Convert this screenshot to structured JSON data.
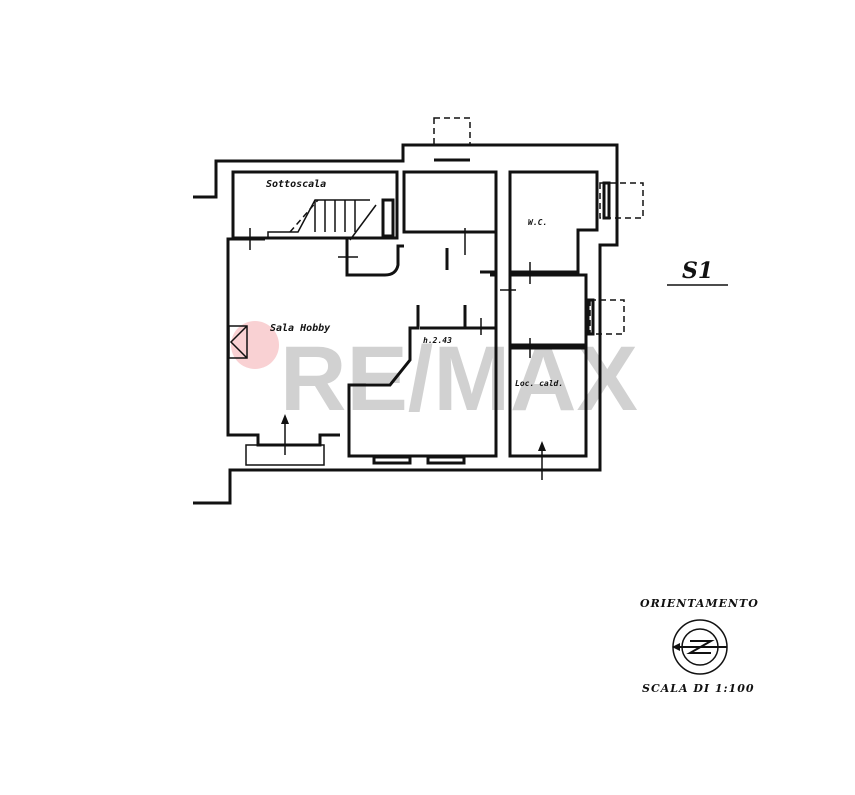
{
  "rooms": {
    "sottoscala": "Sottoscala",
    "sala_hobby": "Sala Hobby",
    "height": "h.2.43",
    "wc": "W.C.",
    "loc_cald": "Loc. cald."
  },
  "floor_label": "S1",
  "orientation_label": "ORIENTAMENTO",
  "scale_label": "SCALA DI 1:100",
  "watermark": "RE/MAX",
  "colors": {
    "ink": "#111111",
    "watermark": "#9a9a9a",
    "balloon": "#e8484f"
  }
}
